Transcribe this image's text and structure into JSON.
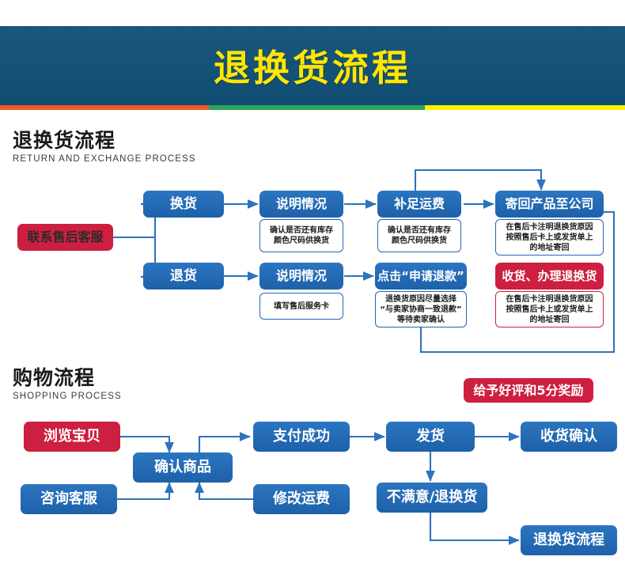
{
  "banner": {
    "title": "退换货流程",
    "bg_color": "#115178",
    "title_color": "#ffe600",
    "stripes": [
      {
        "name": "orange",
        "color": "#f05a23"
      },
      {
        "name": "green",
        "color": "#2aa45a"
      },
      {
        "name": "yellow",
        "color": "#fff200"
      }
    ]
  },
  "theme": {
    "blue": "#2068b4",
    "red": "#cd1f40",
    "line": "#2e73bd",
    "text_dark": "#1a1a1a"
  },
  "sections": [
    {
      "id": "return",
      "title_cn": "退换货流程",
      "title_en": "RETURN AND EXCHANGE PROCESS"
    },
    {
      "id": "shopping",
      "title_cn": "购物流程",
      "title_en": "SHOPPING PROCESS"
    }
  ],
  "return_flow": {
    "start": {
      "label": "联系售后客服",
      "color": "red"
    },
    "row_exchange": {
      "step1": {
        "label": "换货",
        "color": "blue"
      },
      "step2": {
        "label": "说明情况",
        "color": "blue",
        "note": [
          "确认是否还有库存",
          "颜色尺码供换货"
        ]
      },
      "step3": {
        "label": "补足运费",
        "color": "blue",
        "note": [
          "确认是否还有库存",
          "颜色尺码供换货"
        ]
      },
      "step4": {
        "label": "寄回产品至公司",
        "color": "blue",
        "note": [
          "在售后卡注明退换货原因",
          "按照售后卡上或发货单上",
          "的地址寄回"
        ]
      }
    },
    "row_return": {
      "step1": {
        "label": "退货",
        "color": "blue"
      },
      "step2": {
        "label": "说明情况",
        "color": "blue",
        "note": [
          "填写售后服务卡"
        ]
      },
      "step3": {
        "label": "点击“申请退款”",
        "color": "blue",
        "note": [
          "退换货原因尽量选择",
          "“与卖家协商一致退款”",
          "等待卖家确认"
        ]
      },
      "step4": {
        "label": "收货、办理退换货",
        "color": "red",
        "note": [
          "在售后卡注明退换货原因",
          "按照售后卡上或发货单上",
          "的地址寄回"
        ]
      }
    }
  },
  "shopping_flow": {
    "reward_badge": {
      "label": "给予好评和5分奖励",
      "color": "red"
    },
    "nodes": [
      {
        "key": "browse",
        "label": "浏览宝贝",
        "color": "red"
      },
      {
        "key": "consult",
        "label": "咨询客服",
        "color": "blue"
      },
      {
        "key": "confirm",
        "label": "确认商品",
        "color": "blue"
      },
      {
        "key": "shipfee",
        "label": "修改运费",
        "color": "blue"
      },
      {
        "key": "paid",
        "label": "支付成功",
        "color": "blue"
      },
      {
        "key": "shipped",
        "label": "发货",
        "color": "blue"
      },
      {
        "key": "received",
        "label": "收货确认",
        "color": "blue"
      },
      {
        "key": "unhappy",
        "label": "不满意/退换货",
        "color": "blue"
      },
      {
        "key": "rma",
        "label": "退换货流程",
        "color": "blue"
      }
    ]
  }
}
